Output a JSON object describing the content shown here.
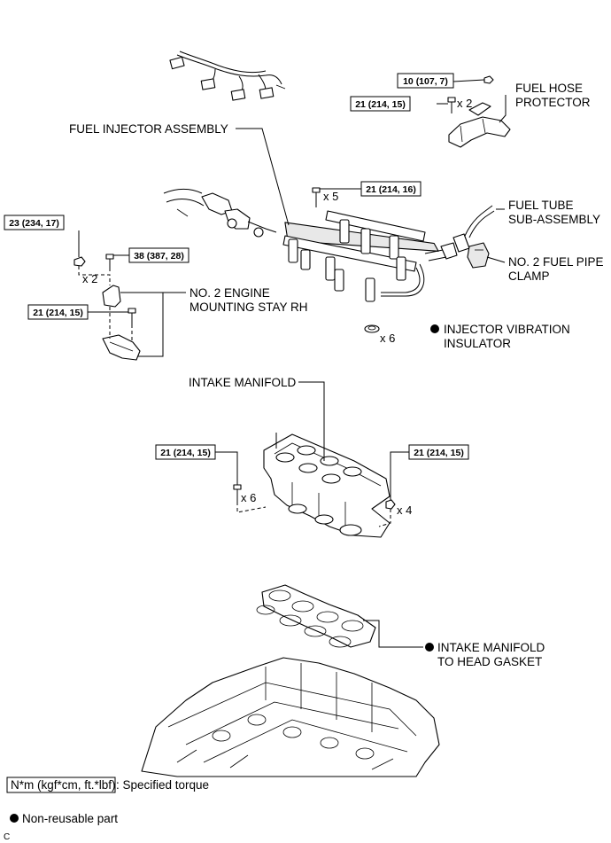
{
  "labels": {
    "fuel_hose_protector": [
      "FUEL HOSE",
      "PROTECTOR"
    ],
    "fuel_injector_assembly": "FUEL INJECTOR ASSEMBLY",
    "fuel_tube": [
      "FUEL TUBE",
      "SUB-ASSEMBLY"
    ],
    "no2_fuel_pipe_clamp": [
      "NO. 2 FUEL PIPE",
      "CLAMP"
    ],
    "no2_engine_mounting_stay": [
      "NO. 2 ENGINE",
      "MOUNTING STAY RH"
    ],
    "injector_vibration_insulator": [
      "INJECTOR VIBRATION",
      "INSULATOR"
    ],
    "intake_manifold": "INTAKE MANIFOLD",
    "intake_manifold_gasket": [
      "INTAKE MANIFOLD",
      "TO HEAD GASKET"
    ]
  },
  "torques": {
    "t_10_107_7": "10 (107, 7)",
    "t_21_214_15_a": "21 (214, 15)",
    "t_21_214_16": "21 (214, 16)",
    "t_23_234_17": "23 (234, 17)",
    "t_38_387_28": "38 (387, 28)",
    "t_21_214_15_b": "21 (214, 15)",
    "t_21_214_15_c": "21 (214, 15)",
    "t_21_214_15_d": "21 (214, 15)"
  },
  "multipliers": {
    "hose_bolts": "x 2",
    "rail_bolts": "x 5",
    "stay_bolts": "x 2",
    "insulators": "x 6",
    "manifold_bolts": "x 6",
    "manifold_nuts": "x 4"
  },
  "legend": {
    "torque_unit": "N*m (kgf*cm, ft.*lbf)",
    "torque_desc": ": Specified torque",
    "non_reusable": "Non-reusable part"
  },
  "figure_code": "C"
}
